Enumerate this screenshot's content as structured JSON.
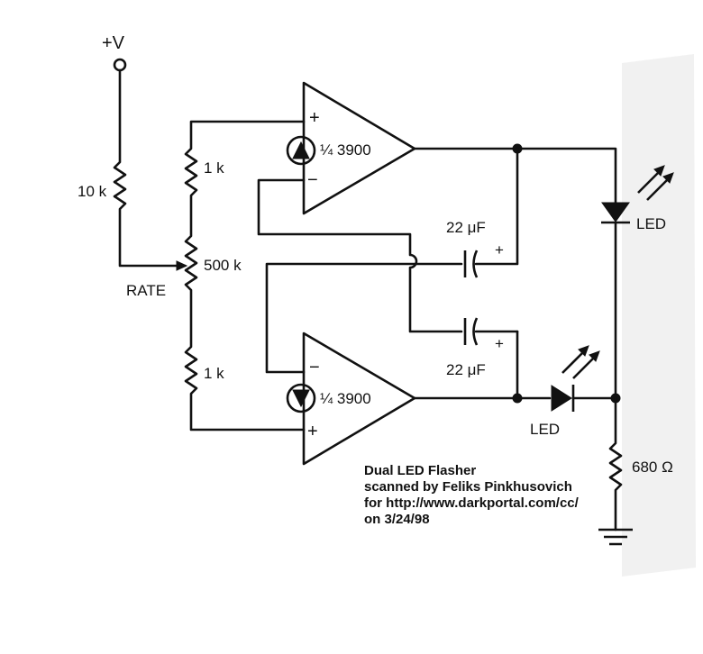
{
  "labels": {
    "supply": "+V",
    "r1": "10 k",
    "r2": "1 k",
    "pot": "500 k",
    "pot_name": "RATE",
    "r3": "1 k",
    "amp_top": "¼ 3900",
    "amp_bottom": "¼ 3900",
    "c_top": "22 μF",
    "c_bottom": "22 μF",
    "led_right": "LED",
    "led_bottom": "LED",
    "r_load": "680 Ω",
    "plus": "+",
    "minus": "−"
  },
  "note": {
    "title": "Dual LED Flasher",
    "line2": "scanned by Feliks Pinkhusovich",
    "line3": "for http://www.darkportal.com/cc/",
    "line4": "on 3/24/98"
  }
}
